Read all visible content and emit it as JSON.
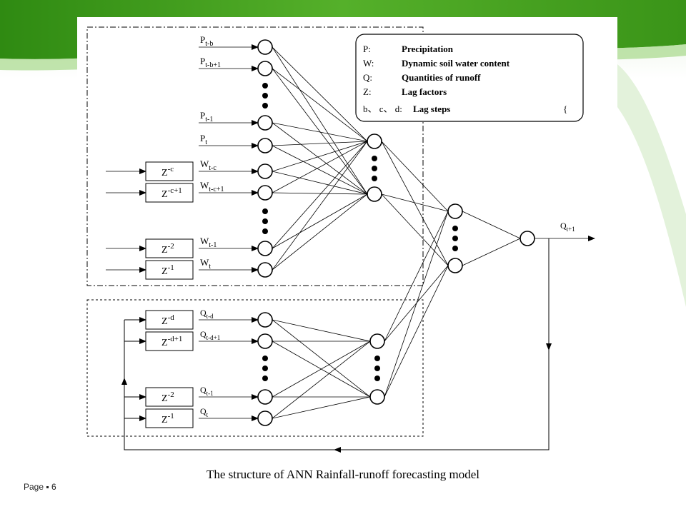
{
  "legend": [
    {
      "key": "P:",
      "text": "Precipitation"
    },
    {
      "key": "W:",
      "text": "Dynamic soil water content"
    },
    {
      "key": "Q:",
      "text": "Quantities of runoff"
    },
    {
      "key": "Z:",
      "text": "Lag factors"
    },
    {
      "key": "b、 c、 d:",
      "text": "Lag steps"
    }
  ],
  "legend_stray_mark": "{",
  "p_inputs": [
    {
      "base": "P",
      "sub": "t-b"
    },
    {
      "base": "P",
      "sub": "t-b+1"
    },
    {
      "base": "P",
      "sub": "t-1"
    },
    {
      "base": "P",
      "sub": "t"
    }
  ],
  "w_inputs": [
    {
      "base": "W",
      "sub": "t-c"
    },
    {
      "base": "W",
      "sub": "t-c+1"
    },
    {
      "base": "W",
      "sub": "t-1"
    },
    {
      "base": "W",
      "sub": "t"
    }
  ],
  "q_inputs": [
    {
      "base": "Q",
      "sub": "t-d"
    },
    {
      "base": "Q",
      "sub": "t-d+1"
    },
    {
      "base": "Q",
      "sub": "t-1"
    },
    {
      "base": "Q",
      "sub": "t"
    }
  ],
  "delay_boxes_w": [
    {
      "base": "Z",
      "sup": "-c"
    },
    {
      "base": "Z",
      "sup": "-c+1"
    },
    {
      "base": "Z",
      "sup": "-2"
    },
    {
      "base": "Z",
      "sup": "-1"
    }
  ],
  "delay_boxes_q": [
    {
      "base": "Z",
      "sup": "-d"
    },
    {
      "base": "Z",
      "sup": "-d+1"
    },
    {
      "base": "Z",
      "sup": "-2"
    },
    {
      "base": "Z",
      "sup": "-1"
    }
  ],
  "output": {
    "base": "Q",
    "sub": "t+1"
  },
  "caption": "The structure of ANN Rainfall-runoff forecasting model",
  "footer": {
    "label": "Page",
    "number": "6"
  },
  "colors": {
    "slide_green": "#3d9a1a",
    "slide_green_light": "#8fd06a",
    "ink": "#000000"
  }
}
